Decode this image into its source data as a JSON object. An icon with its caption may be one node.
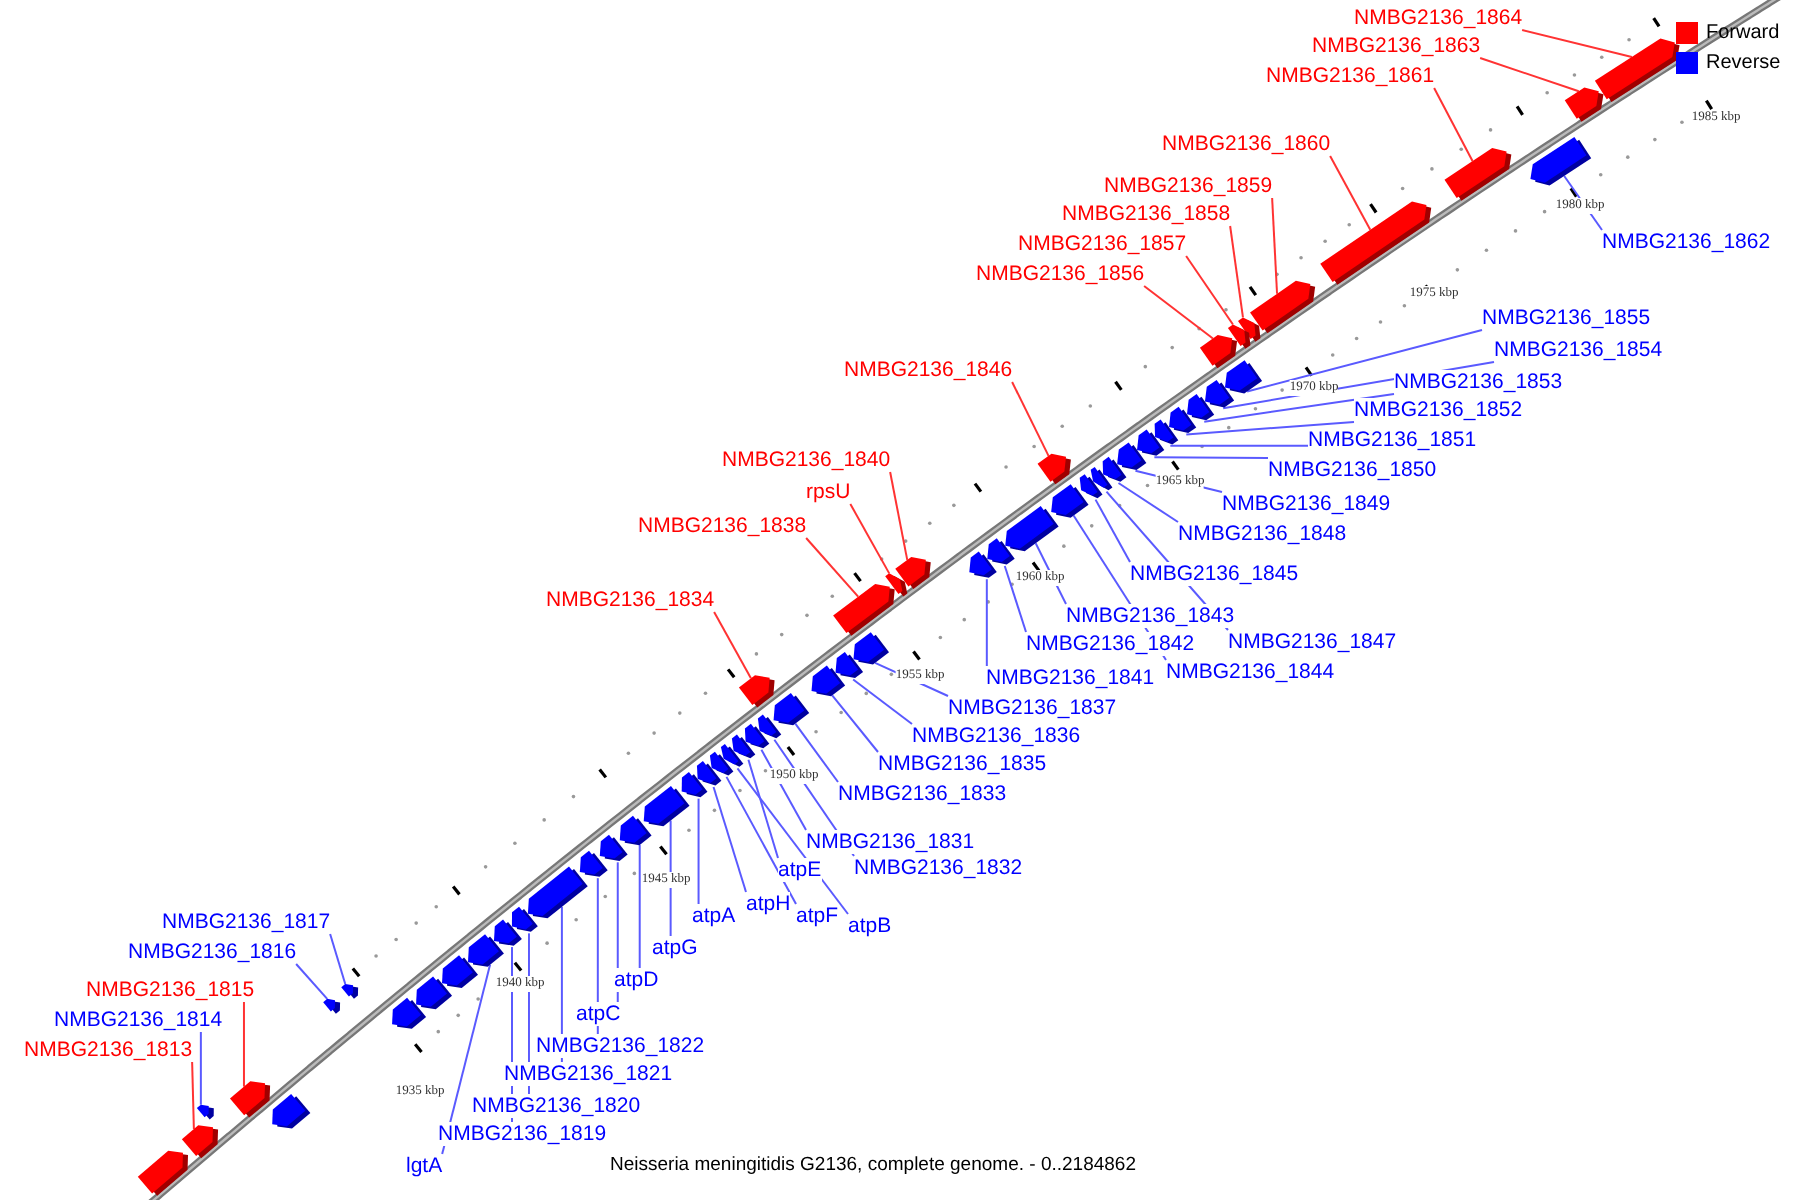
{
  "diagram": {
    "caption": "Neisseria meningitidis G2136, complete genome. - 0..2184862",
    "nodes": [
      {
        "text": [
          "NMBG2136_1864"
        ]
      },
      {
        "text": [
          "NMBG2136_1863"
        ]
      },
      {
        "text": [
          "NMBG2136_1861"
        ]
      },
      {
        "text": [
          "NMBG2136_1860"
        ]
      },
      {
        "text": [
          "NMBG2136_1859"
        ]
      },
      {
        "text": [
          "NMBG2136_1858"
        ]
      },
      {
        "text": [
          "NMBG2136_1862"
        ]
      },
      {
        "text": [
          "NMBG2136_1857"
        ]
      },
      {
        "text": [
          "NMBG2136_1856"
        ]
      },
      {
        "text": [
          "NMBG2136_1855"
        ]
      },
      {
        "text": [
          "NMBG2136_1854"
        ]
      },
      {
        "text": [
          "NMBG2136_1846"
        ]
      },
      {
        "text": [
          "NMBG2136_1853"
        ]
      },
      {
        "text": [
          "NMBG2136_1852"
        ]
      },
      {
        "text": [
          "NMBG2136_1851"
        ]
      },
      {
        "text": [
          "NMBG2136_1840"
        ]
      },
      {
        "text": [
          "NMBG2136_1850"
        ]
      },
      {
        "text": [
          "rpsU"
        ]
      },
      {
        "text": [
          "NMBG2136_1849"
        ]
      },
      {
        "text": [
          "NMBG2136_1838"
        ]
      },
      {
        "text": [
          "NMBG2136_1848"
        ]
      },
      {
        "text": [
          "NMBG2136_1845"
        ]
      },
      {
        "text": [
          "NMBG2136_1834"
        ]
      },
      {
        "text": [
          "NMBG2136_1843"
        ]
      },
      {
        "text": [
          "NMBG2136_1847"
        ]
      },
      {
        "text": [
          "NMBG2136_1842"
        ]
      },
      {
        "text": [
          "NMBG2136_1844"
        ]
      },
      {
        "text": [
          "NMBG2136_1841"
        ]
      },
      {
        "text": [
          "NMBG2136_1837"
        ]
      },
      {
        "text": [
          "NMBG2136_1836"
        ]
      },
      {
        "text": [
          "NMBG2136_1835"
        ]
      },
      {
        "text": [
          "NMBG2136_1833"
        ]
      },
      {
        "text": [
          "NMBG2136_1831"
        ]
      },
      {
        "text": [
          "NMBG2136_1832"
        ]
      },
      {
        "text": [
          "atpE"
        ]
      },
      {
        "text": [
          "atpH"
        ]
      },
      {
        "text": [
          "atpF"
        ]
      },
      {
        "text": [
          "atpA"
        ]
      },
      {
        "text": [
          "NMBG2136_1817"
        ]
      },
      {
        "text": [
          "atpB"
        ]
      },
      {
        "text": [
          "atpG"
        ]
      },
      {
        "text": [
          "NMBG2136_1816"
        ]
      },
      {
        "text": [
          "atpD"
        ]
      },
      {
        "text": [
          "NMBG2136_1815"
        ]
      },
      {
        "text": [
          "atpC"
        ]
      },
      {
        "text": [
          "NMBG2136_1814"
        ]
      },
      {
        "text": [
          "NMBG2136_1822"
        ]
      },
      {
        "text": [
          "NMBG2136_1813"
        ]
      },
      {
        "text": [
          "NMBG2136_1821"
        ]
      },
      {
        "text": [
          "NMBG2136_1820"
        ]
      },
      {
        "text": [
          "NMBG2136_1819"
        ]
      },
      {
        "text": [
          "lgtA"
        ]
      },
      {
        "text": [],
        "shape": "box"
      },
      {
        "text": [],
        "shape": "box"
      },
      {
        "text": [],
        "shape": "box"
      },
      {
        "text": [],
        "shape": "box"
      },
      {
        "text": [],
        "shape": "box"
      },
      {
        "text": [],
        "shape": "box"
      },
      {
        "text": [],
        "shape": "box"
      },
      {
        "text": [],
        "shape": "box"
      },
      {
        "text": [],
        "shape": "box"
      },
      {
        "text": [],
        "shape": "box"
      },
      {
        "text": [],
        "shape": "box"
      },
      {
        "text": [],
        "shape": "box"
      },
      {
        "text": [],
        "shape": "box"
      },
      {
        "text": [],
        "shape": "box"
      },
      {
        "text": [],
        "shape": "box"
      },
      {
        "text": [],
        "shape": "box"
      },
      {
        "text": [],
        "shape": "box"
      },
      {
        "text": [],
        "shape": "box"
      },
      {
        "text": [],
        "shape": "box"
      },
      {
        "text": [],
        "shape": "box"
      },
      {
        "text": [],
        "shape": "box"
      },
      {
        "text": [],
        "shape": "box"
      },
      {
        "text": [],
        "shape": "box"
      },
      {
        "text": [],
        "shape": "box"
      },
      {
        "text": [],
        "shape": "box"
      },
      {
        "text": [],
        "shape": "box"
      },
      {
        "text": [],
        "shape": "box"
      },
      {
        "text": [],
        "shape": "box"
      },
      {
        "text": [],
        "shape": "box"
      },
      {
        "text": [],
        "shape": "box"
      },
      {
        "text": [],
        "shape": "box"
      },
      {
        "text": [],
        "shape": "box"
      },
      {
        "text": [],
        "shape": "box"
      },
      {
        "text": [],
        "shape": "box"
      },
      {
        "text": [],
        "shape": "box"
      },
      {
        "text": [],
        "shape": "box"
      },
      {
        "text": [],
        "shape": "box"
      },
      {
        "text": [],
        "shape": "box"
      },
      {
        "text": [],
        "shape": "box"
      },
      {
        "text": [],
        "shape": "box"
      },
      {
        "text": [],
        "shape": "box"
      },
      {
        "text": [],
        "shape": "box"
      },
      {
        "text": [],
        "shape": "box"
      },
      {
        "text": [],
        "shape": "box"
      },
      {
        "text": [],
        "shape": "box"
      },
      {
        "text": [],
        "shape": "box"
      },
      {
        "text": [],
        "shape": "box"
      },
      {
        "text": [],
        "shape": "box"
      },
      {
        "text": [],
        "shape": "box"
      },
      {
        "text": [],
        "shape": "box"
      },
      {
        "text": [],
        "shape": "box"
      },
      {
        "text": [],
        "shape": "box"
      },
      {
        "text": [],
        "shape": "box"
      },
      {
        "text": [],
        "shape": "box"
      },
      {
        "text": [],
        "shape": "box"
      },
      {
        "text": [],
        "shape": "box"
      },
      {
        "text": [],
        "shape": "box"
      }
    ],
    "edges": [
      {
        "from": 0,
        "to": 52,
        "arrow": "none",
        "color": "#ff3333"
      },
      {
        "from": 1,
        "to": 53,
        "arrow": "none",
        "color": "#ff3333"
      },
      {
        "from": 2,
        "to": 54,
        "arrow": "none",
        "color": "#ff3333"
      },
      {
        "from": 3,
        "to": 55,
        "arrow": "none",
        "color": "#ff3333"
      },
      {
        "from": 4,
        "to": 56,
        "arrow": "none",
        "color": "#ff3333"
      },
      {
        "from": 5,
        "to": 57,
        "arrow": "none",
        "color": "#ff3333"
      },
      {
        "from": 6,
        "to": 58,
        "arrow": "none"
      },
      {
        "from": 7,
        "to": 59,
        "arrow": "none",
        "color": "#ff3333"
      },
      {
        "from": 8,
        "to": 60,
        "arrow": "none",
        "color": "#ff3333"
      },
      {
        "from": 9,
        "to": 61,
        "arrow": "none"
      },
      {
        "from": 10,
        "to": 62,
        "arrow": "none"
      },
      {
        "from": 11,
        "to": 63,
        "arrow": "none",
        "color": "#ff3333"
      },
      {
        "from": 12,
        "to": 64,
        "arrow": "none"
      },
      {
        "from": 13,
        "to": 65,
        "arrow": "none"
      },
      {
        "from": 14,
        "to": 66,
        "arrow": "none"
      },
      {
        "from": 15,
        "to": 67,
        "arrow": "none",
        "color": "#ff3333"
      },
      {
        "from": 16,
        "to": 68,
        "arrow": "none"
      },
      {
        "from": 17,
        "to": 69,
        "arrow": "none",
        "color": "#ff3333"
      },
      {
        "from": 18,
        "to": 70,
        "arrow": "none"
      },
      {
        "from": 19,
        "to": 71,
        "arrow": "none",
        "color": "#ff3333"
      },
      {
        "from": 20,
        "to": 72,
        "arrow": "none"
      },
      {
        "from": 21,
        "to": 73,
        "arrow": "none"
      },
      {
        "from": 22,
        "to": 74,
        "arrow": "none",
        "color": "#ff3333"
      },
      {
        "from": 23,
        "to": 75,
        "arrow": "none"
      },
      {
        "from": 24,
        "to": 76,
        "arrow": "none"
      },
      {
        "from": 25,
        "to": 77,
        "arrow": "none"
      },
      {
        "from": 26,
        "to": 78,
        "arrow": "none"
      },
      {
        "from": 27,
        "to": 79,
        "arrow": "none"
      },
      {
        "from": 28,
        "to": 80,
        "arrow": "none"
      },
      {
        "from": 29,
        "to": 81,
        "arrow": "none"
      },
      {
        "from": 30,
        "to": 82,
        "arrow": "none"
      },
      {
        "from": 31,
        "to": 83,
        "arrow": "none"
      },
      {
        "from": 32,
        "to": 84,
        "arrow": "none"
      },
      {
        "from": 33,
        "to": 85,
        "arrow": "none"
      },
      {
        "from": 34,
        "to": 86,
        "arrow": "none"
      },
      {
        "from": 35,
        "to": 87,
        "arrow": "none"
      },
      {
        "from": 36,
        "to": 88,
        "arrow": "none"
      },
      {
        "from": 37,
        "to": 89,
        "arrow": "none"
      },
      {
        "from": 38,
        "to": 90,
        "arrow": "none"
      },
      {
        "from": 39,
        "to": 91,
        "arrow": "none"
      },
      {
        "from": 40,
        "to": 92,
        "arrow": "none"
      },
      {
        "from": 41,
        "to": 93,
        "arrow": "none"
      },
      {
        "from": 42,
        "to": 94,
        "arrow": "none"
      },
      {
        "from": 43,
        "to": 95,
        "arrow": "none",
        "color": "#ff3333"
      },
      {
        "from": 44,
        "to": 96,
        "arrow": "none"
      },
      {
        "from": 45,
        "to": 97,
        "arrow": "none"
      },
      {
        "from": 46,
        "to": 98,
        "arrow": "none"
      },
      {
        "from": 47,
        "to": 99,
        "arrow": "none",
        "color": "#ff3333"
      },
      {
        "from": 48,
        "to": 100,
        "arrow": "none"
      },
      {
        "from": 49,
        "to": 101,
        "arrow": "none"
      },
      {
        "from": 50,
        "to": 102,
        "arrow": "none"
      },
      {
        "from": 51,
        "to": 103,
        "arrow": "none"
      }
    ],
    "labels": [
      "1985 kbp",
      "1980 kbp",
      "1975 kbp",
      "1970 kbp",
      "1965 kbp",
      "1960 kbp",
      "1955 kbp",
      "1950 kbp",
      "1945 kbp",
      "1940 kbp",
      "1935 kbp"
    ],
    "legend": [
      {
        "text": "Forward",
        "color": "#ff0000"
      },
      {
        "text": "Reverse",
        "color": "#0000ff"
      }
    ]
  }
}
